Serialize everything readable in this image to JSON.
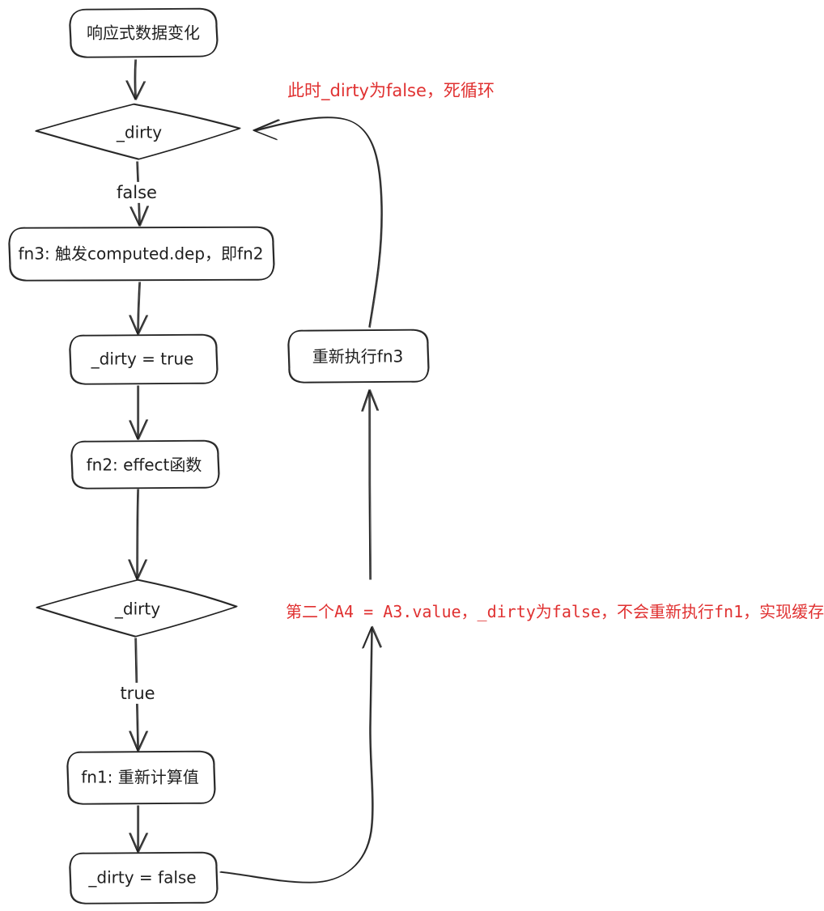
{
  "diagram": {
    "kind": "flowchart",
    "nodes": {
      "start": {
        "label": "响应式数据变化",
        "shape": "rounded-rect"
      },
      "dirty_check_1": {
        "label": "_dirty",
        "shape": "diamond"
      },
      "fn3": {
        "label": "fn3: 触发computed.dep，即fn2",
        "shape": "rounded-rect"
      },
      "dirty_true": {
        "label": "_dirty = true",
        "shape": "rounded-rect"
      },
      "fn2": {
        "label": "fn2: effect函数",
        "shape": "rounded-rect"
      },
      "dirty_check_2": {
        "label": "_dirty",
        "shape": "diamond"
      },
      "fn1": {
        "label": "fn1: 重新计算值",
        "shape": "rounded-rect"
      },
      "dirty_false": {
        "label": "_dirty = false",
        "shape": "rounded-rect"
      },
      "rerun_fn3": {
        "label": "重新执行fn3",
        "shape": "rounded-rect"
      }
    },
    "edge_labels": {
      "dirty_false_branch": "false",
      "dirty_true_branch": "true"
    },
    "annotations": {
      "dead_loop_note": {
        "text": "此时_dirty为false，死循环",
        "color": "#e03131"
      },
      "cache_note": {
        "text": "第二个A4 = A3.value，_dirty为false，不会重新执行fn1，实现缓存",
        "color": "#e03131"
      }
    },
    "colors": {
      "stroke": "#1e1e1e",
      "annotation_red": "#e03131",
      "background": "#ffffff"
    }
  }
}
